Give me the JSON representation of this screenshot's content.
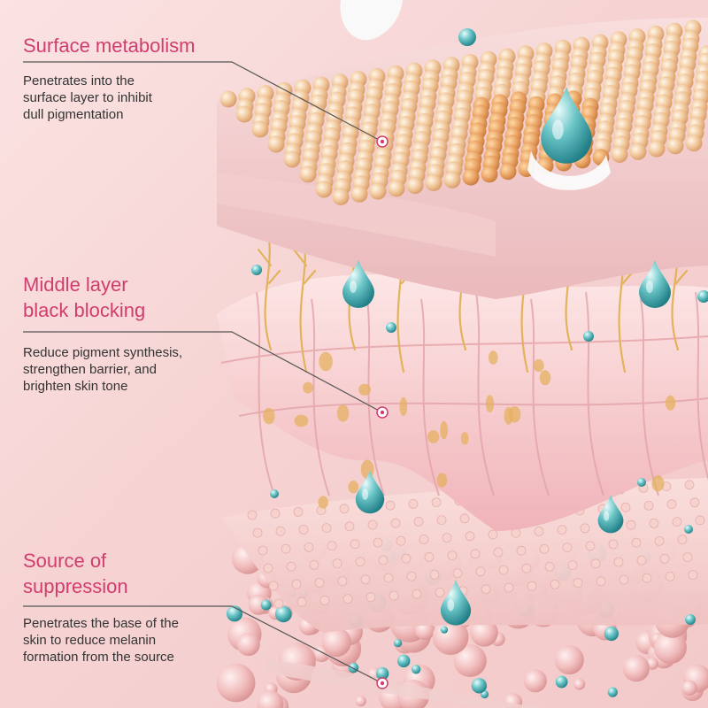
{
  "sections": [
    {
      "title": "Surface metabolism",
      "description": "Penetrates into the\nsurface layer to inhibit\ndull pigmentation"
    },
    {
      "title": "Middle layer\nblack blocking",
      "description": "Reduce pigment synthesis,\nstrengthen barrier, and\nbrighten skin tone"
    },
    {
      "title": "Source of\nsuppression",
      "description": "Penetrates the base of the\nskin to reduce melanin\nformation from the source"
    }
  ],
  "colors": {
    "title": "#d13d6e",
    "text": "#333333",
    "leader_line": "#555555",
    "droplet": "#3aa3a8",
    "background": "#f6d3d3"
  },
  "icons": [
    "serum-droplet-icon",
    "pointer-dot-icon"
  ]
}
